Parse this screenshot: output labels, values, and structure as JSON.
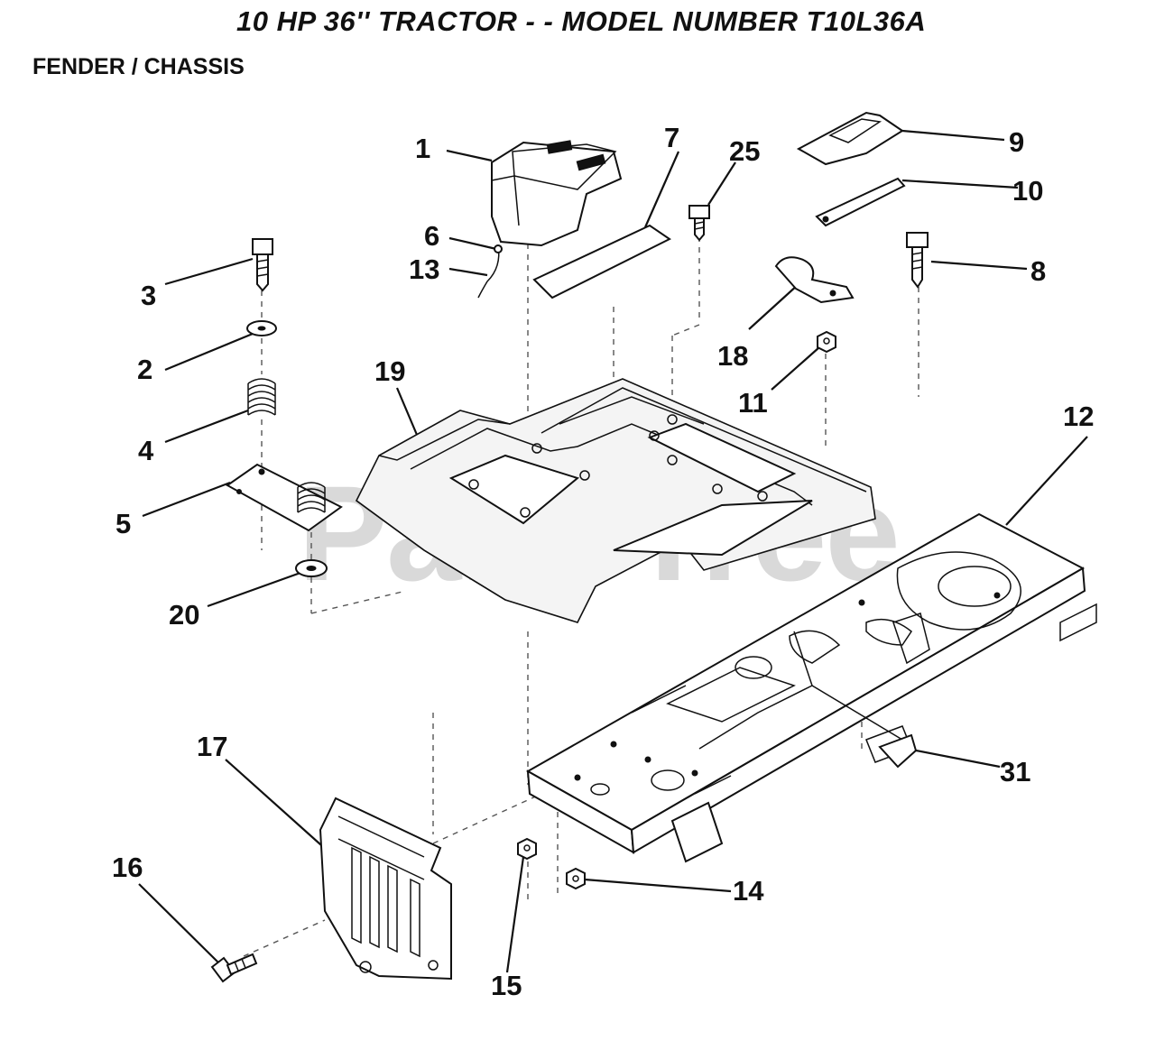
{
  "header": {
    "title": "10 HP  36''  TRACTOR  - - MODEL NUMBER T10L36A",
    "subtitle": "FENDER / CHASSIS"
  },
  "watermark": {
    "text": "PartsTree",
    "mark": "™"
  },
  "callouts": {
    "c1": "1",
    "c2": "2",
    "c3": "3",
    "c4": "4",
    "c5": "5",
    "c6": "6",
    "c7": "7",
    "c8": "8",
    "c9": "9",
    "c10": "10",
    "c11": "11",
    "c12": "12",
    "c13": "13",
    "c14": "14",
    "c15": "15",
    "c16": "16",
    "c17": "17",
    "c18": "18",
    "c19": "19",
    "c20": "20",
    "c25": "25",
    "c31": "31"
  }
}
